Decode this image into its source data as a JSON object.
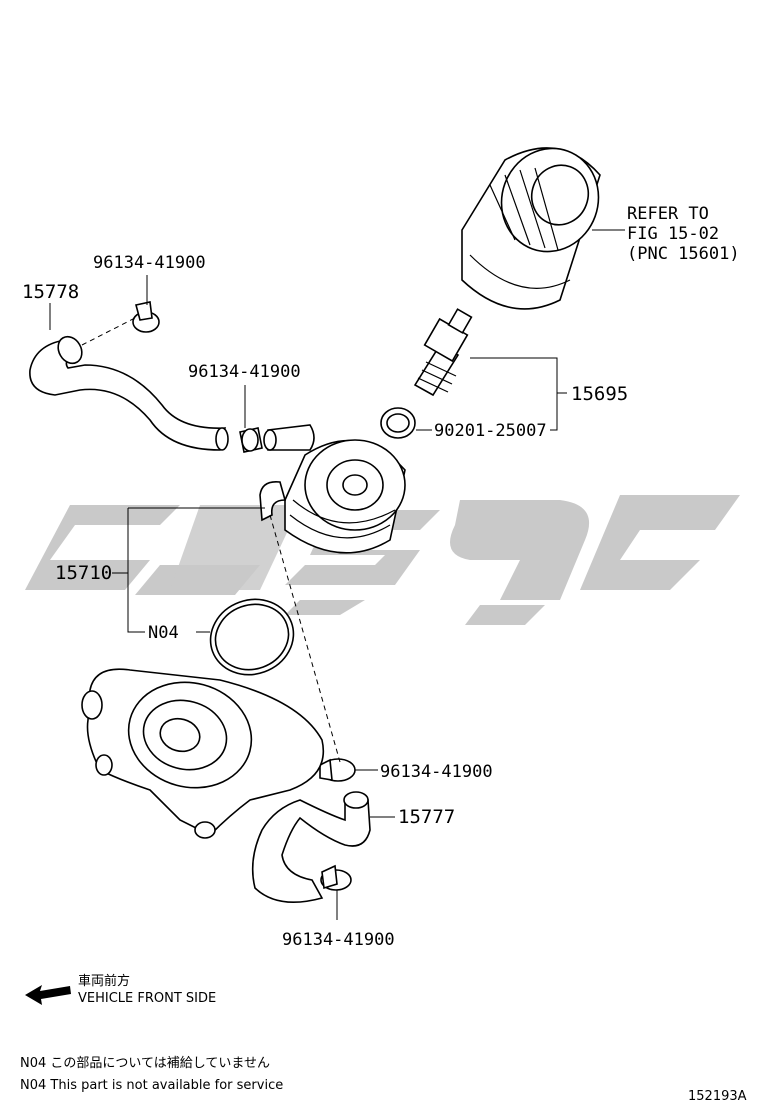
{
  "callouts": {
    "refer_line1": "REFER TO",
    "refer_line2": "FIG 15-02",
    "refer_line3": "(PNC 15601)",
    "clamp_top_left": "96134-41900",
    "hose_upper": "15778",
    "clamp_mid": "96134-41900",
    "union_bolt": "15695",
    "gasket": "90201-25007",
    "cooler": "15710",
    "o_ring": "N04",
    "clamp_lower_right": "96134-41900",
    "hose_lower": "15777",
    "clamp_bottom": "96134-41900"
  },
  "direction": {
    "jp": "車両前方",
    "en": "VEHICLE FRONT SIDE"
  },
  "notes": {
    "jp": "N04 この部品については補給していません",
    "en": "N04 This part is not available for service"
  },
  "figure_id": "152193A"
}
